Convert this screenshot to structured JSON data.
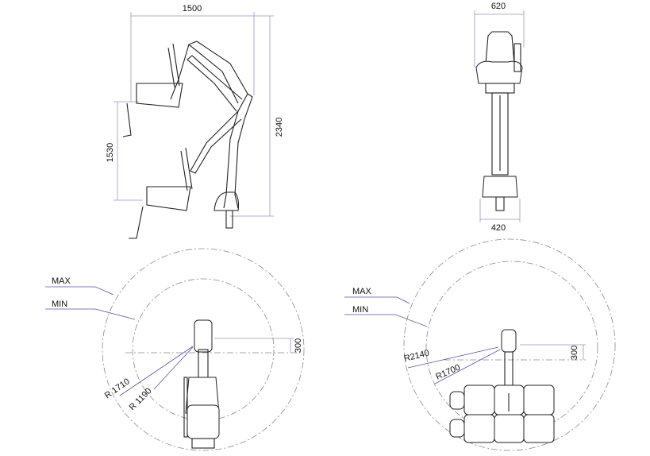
{
  "side_view": {
    "width_dim": "1500",
    "seat_travel_dim": "1530",
    "height_dim": "2340"
  },
  "front_view": {
    "top_width_dim": "620",
    "base_width_dim": "420"
  },
  "plan_view_left": {
    "max_label": "MAX",
    "min_label": "MIN",
    "r_max": "R 1710",
    "r_min": "R 1190",
    "offset_dim": "300"
  },
  "plan_view_right": {
    "max_label": "MAX",
    "min_label": "MIN",
    "r_max": "R2140",
    "r_min": "R1700",
    "offset_dim": "300"
  },
  "colors": {
    "dimension_line": "#9a93c8",
    "leader_line": "#5a52a8",
    "drawing": "#222222"
  }
}
